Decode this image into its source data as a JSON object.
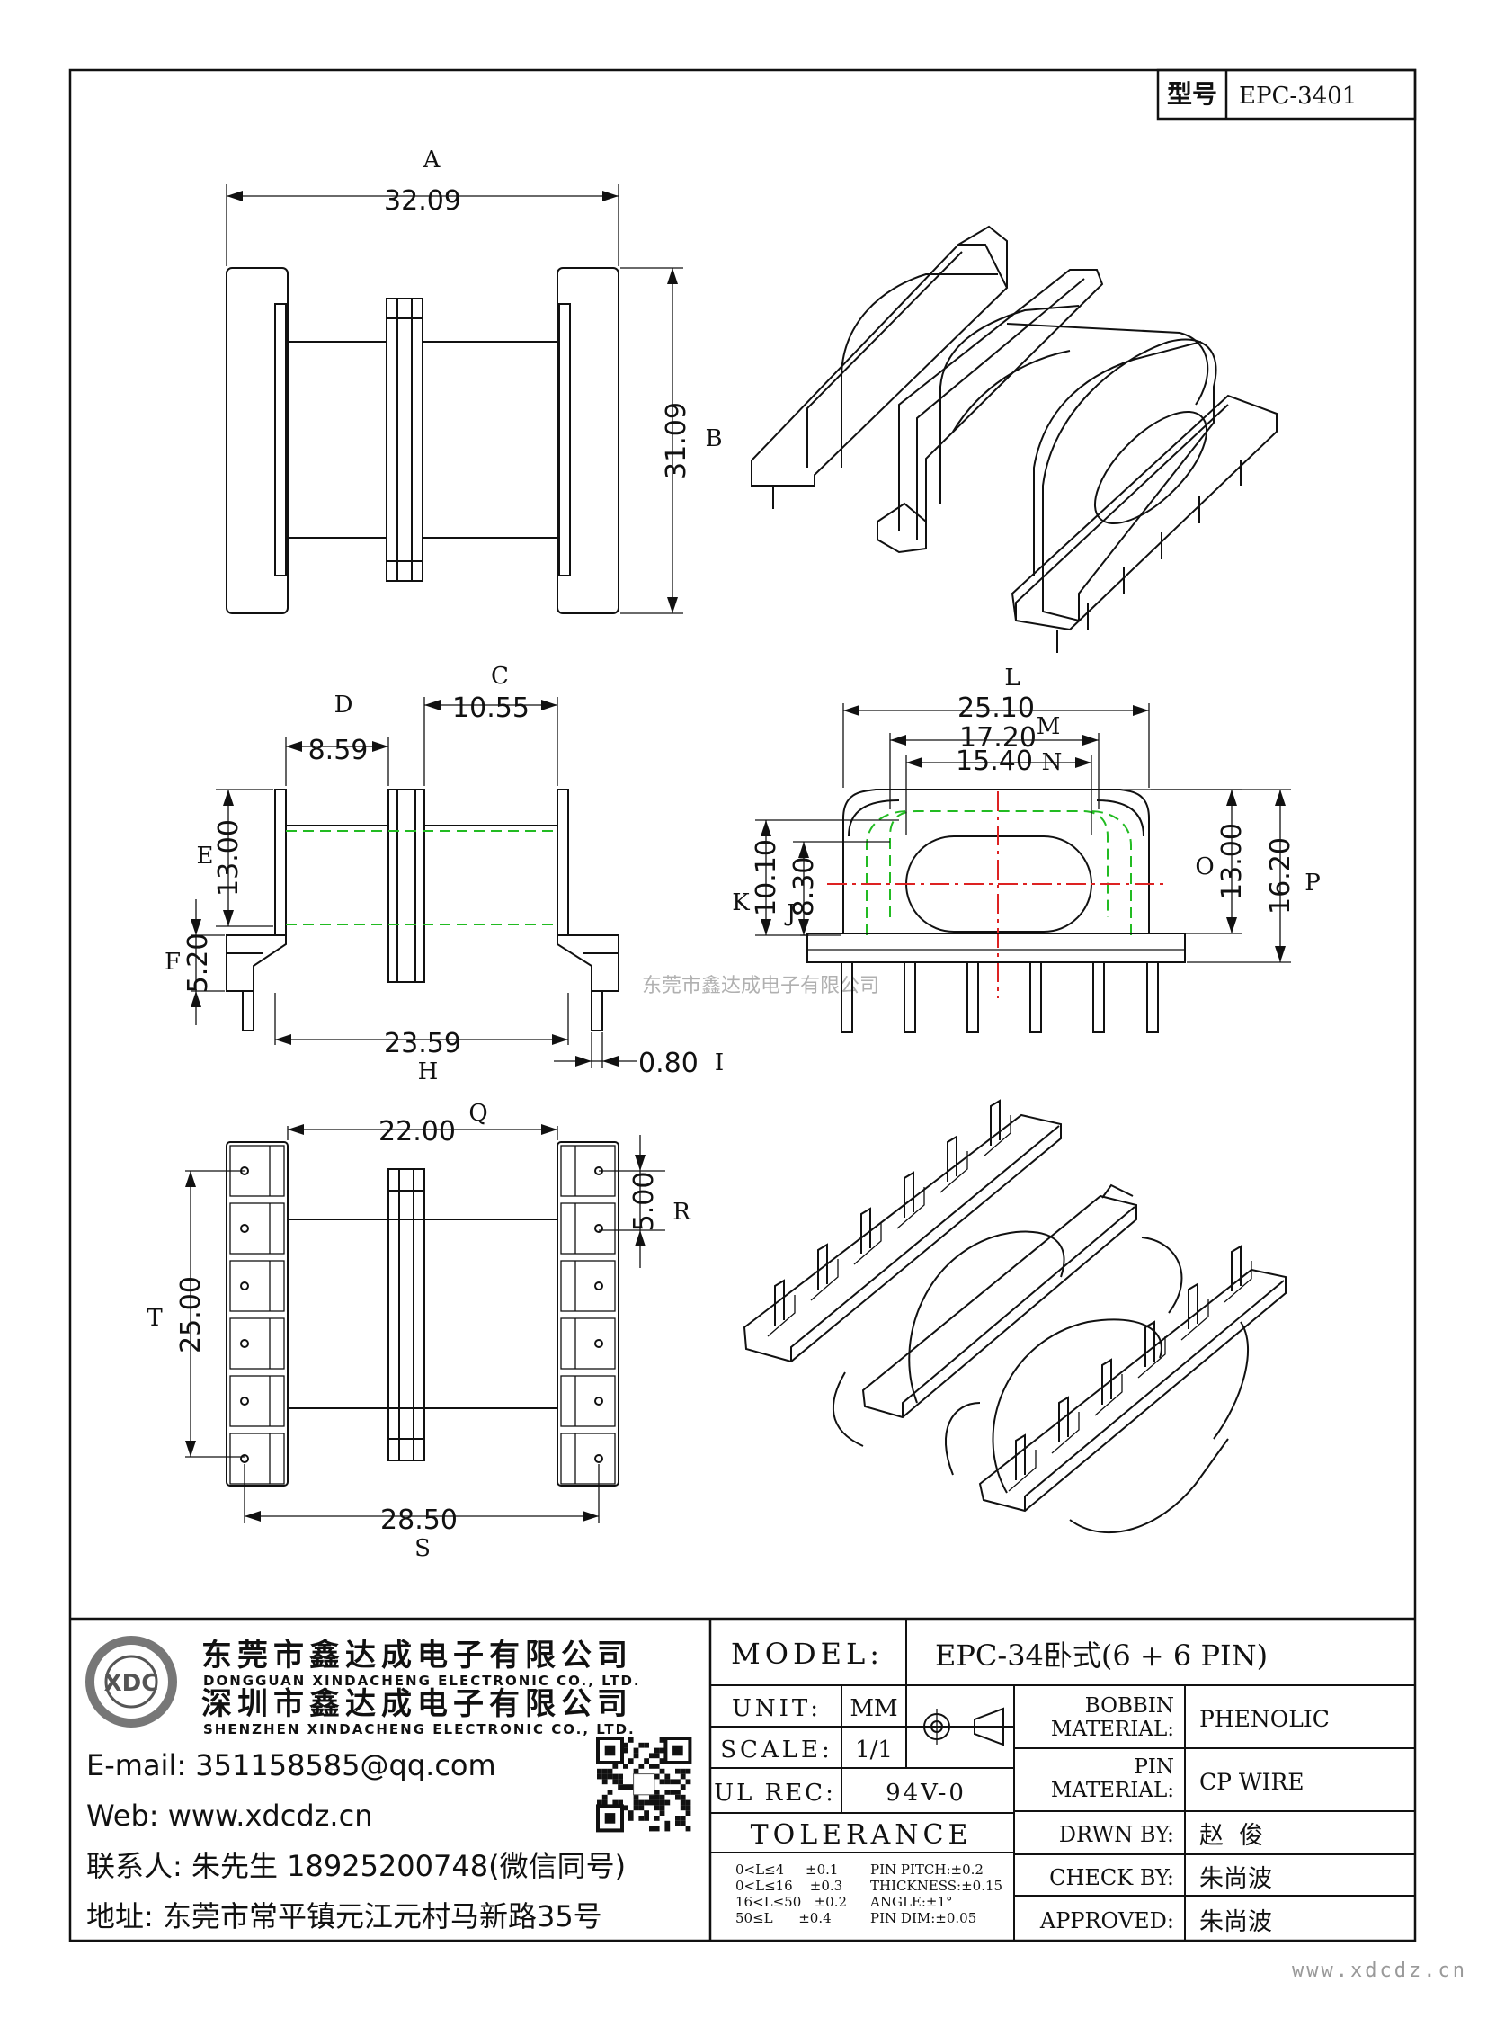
{
  "model_box": {
    "label": "型号",
    "value": "EPC-3401"
  },
  "dimensions": {
    "A": {
      "letter": "A",
      "value": "32.09"
    },
    "B": {
      "letter": "B",
      "value": "31.09"
    },
    "C": {
      "letter": "C",
      "value": "10.55"
    },
    "D": {
      "letter": "D",
      "value": "8.59"
    },
    "E": {
      "letter": "E",
      "value": "13.00"
    },
    "F": {
      "letter": "F",
      "value": "5.20"
    },
    "H": {
      "letter": "H",
      "value": "23.59"
    },
    "I": {
      "letter": "I",
      "value": "0.80"
    },
    "J": {
      "letter": "J",
      "value": "8.30"
    },
    "K": {
      "letter": "K",
      "value": "10.10"
    },
    "L": {
      "letter": "L",
      "value": "25.10"
    },
    "M": {
      "letter": "M",
      "value": "17.20"
    },
    "N": {
      "letter": "N",
      "value": "15.40"
    },
    "O": {
      "letter": "O",
      "value": "13.00"
    },
    "P": {
      "letter": "P",
      "value": "16.20"
    },
    "Q": {
      "letter": "Q",
      "value": "22.00"
    },
    "R": {
      "letter": "R",
      "value": "5.00"
    },
    "S": {
      "letter": "S",
      "value": "28.50"
    },
    "T": {
      "letter": "T",
      "value": "25.00"
    }
  },
  "watermark": "东莞市鑫达成电子有限公司",
  "company": {
    "logo_text": "XDC",
    "name_cn_1": "东莞市鑫达成电子有限公司",
    "name_en_1": "DONGGUAN XINDACHENG ELECTRONIC CO., LTD.",
    "name_cn_2": "深圳市鑫达成电子有限公司",
    "name_en_2": "SHENZHEN XINDACHENG ELECTRONIC CO., LTD.",
    "email": "E-mail: 351158585@qq.com",
    "web": "Web: www.xdcdz.cn",
    "contact": "联系人: 朱先生 18925200748(微信同号)",
    "address": "地址: 东莞市常平镇元江元村马新路35号"
  },
  "title_block": {
    "model_label": "MODEL:",
    "model_value": "EPC-34卧式(6 + 6 PIN)",
    "unit_label": "UNIT:",
    "unit_value": "MM",
    "scale_label": "SCALE:",
    "scale_value": "1/1",
    "ulrec_label": "UL REC:",
    "ulrec_value": "94V-0",
    "tolerance_label": "TOLERANCE",
    "tol_1": "0<L≤4     ±0.1",
    "tol_2": "0<L≤16    ±0.3",
    "tol_3": "16<L≤50   ±0.2",
    "tol_4": "50≤L      ±0.4",
    "tol_5": "PIN PITCH:±0.2",
    "tol_6": "THICKNESS:±0.15",
    "tol_7": "ANGLE:±1°",
    "tol_8": "PIN DIM:±0.05",
    "bobbin_label_1": "BOBBIN",
    "bobbin_label_2": "MATERIAL:",
    "bobbin_value": "PHENOLIC",
    "pin_label_1": "PIN",
    "pin_label_2": "MATERIAL:",
    "pin_value": "CP WIRE",
    "drawn_label": "DRWN BY:",
    "drawn_value": "赵  俊",
    "check_label": "CHECK BY:",
    "check_value": "朱尚波",
    "approved_label": "APPROVED:",
    "approved_value": "朱尚波"
  },
  "footer_url": "www.xdcdz.cn"
}
